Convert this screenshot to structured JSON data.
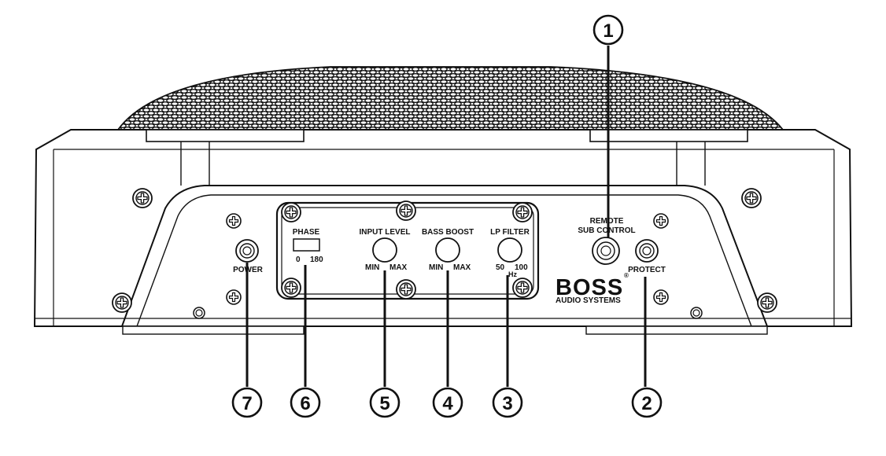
{
  "labels": {
    "phase": "PHASE",
    "phase_0": "0",
    "phase_180": "180",
    "input_level": "INPUT LEVEL",
    "input_min": "MIN",
    "input_max": "MAX",
    "bass_boost": "BASS BOOST",
    "bass_min": "MIN",
    "bass_max": "MAX",
    "lp_filter": "LP FILTER",
    "lp_50": "50",
    "lp_100": "100",
    "lp_hz": "Hz",
    "power": "POWER",
    "protect": "PROTECT",
    "remote_line1": "REMOTE",
    "remote_line2": "SUB CONTROL",
    "brand": "BOSS",
    "brand_reg": "®",
    "brand_sub": "AUDIO SYSTEMS"
  },
  "callouts": [
    "1",
    "2",
    "3",
    "4",
    "5",
    "6",
    "7"
  ],
  "icons": {
    "screw": "phillips-screw-icon",
    "grille": "perforated-grille"
  },
  "colors": {
    "line": "#111111",
    "background": "#ffffff"
  }
}
